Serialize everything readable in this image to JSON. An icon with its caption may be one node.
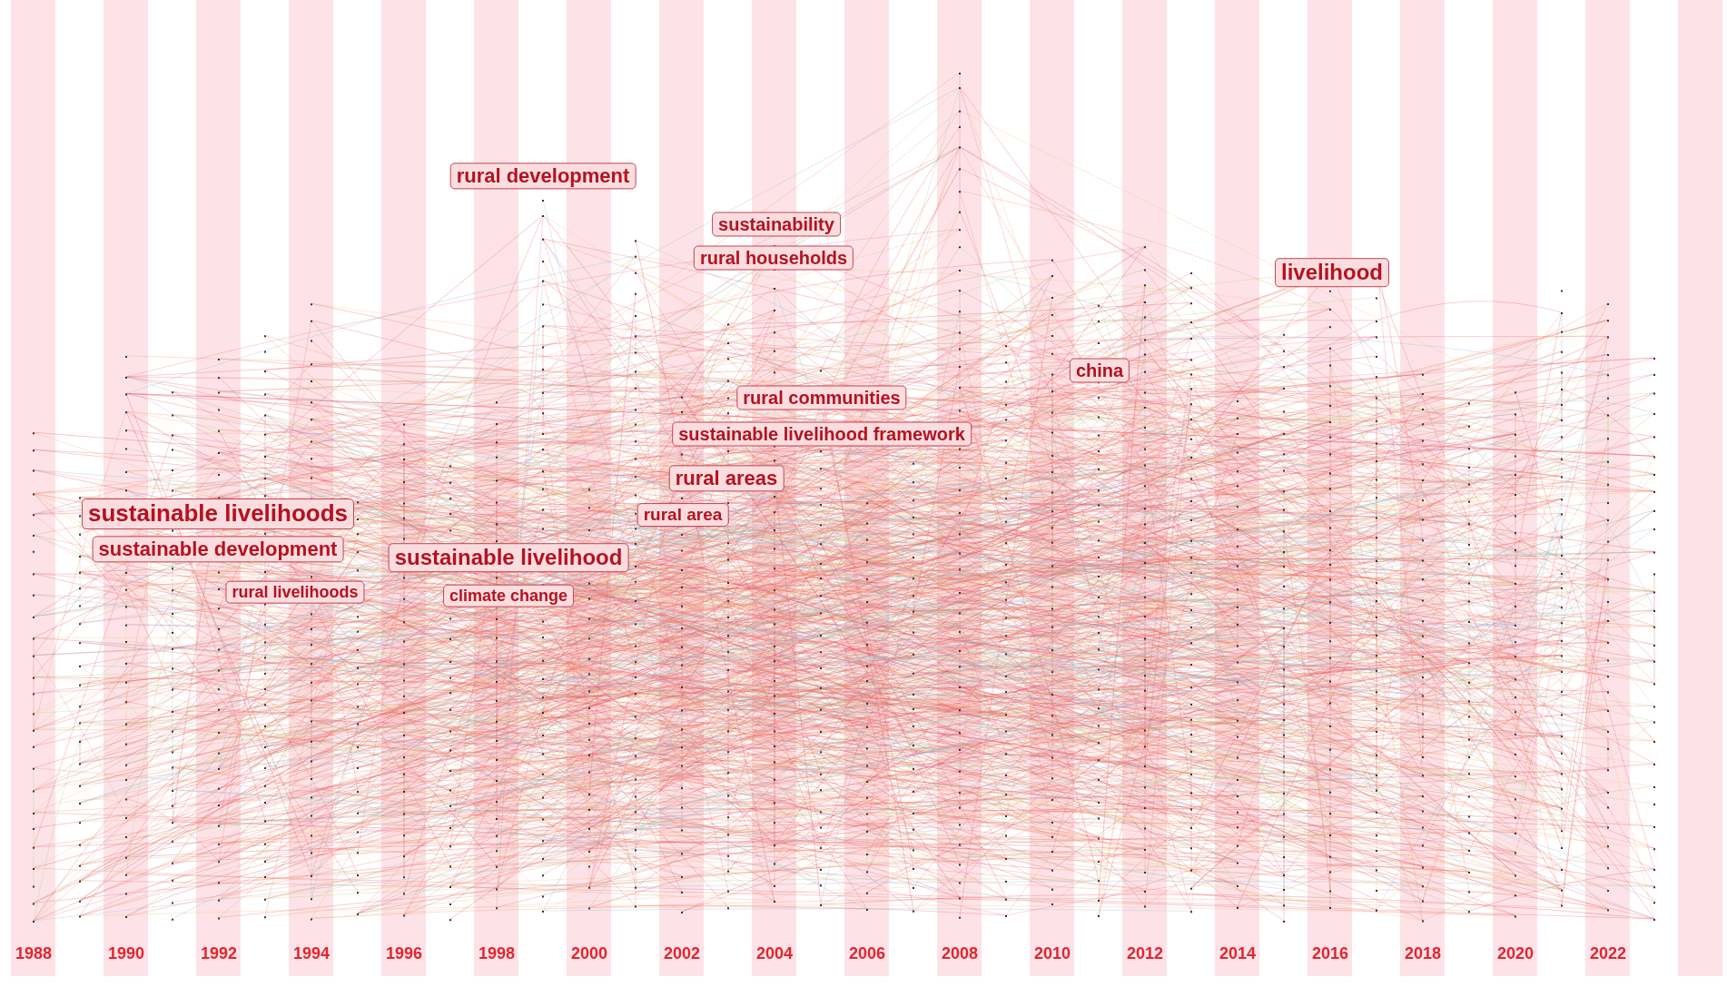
{
  "diagram": {
    "nodes": [
      {
        "text": [
          "rural development"
        ]
      },
      {
        "text": [
          "sustainability"
        ]
      },
      {
        "text": [
          "rural households"
        ]
      },
      {
        "text": [
          "livelihood"
        ]
      },
      {
        "text": [
          "china"
        ]
      },
      {
        "text": [
          "rural communities"
        ]
      },
      {
        "text": [
          "sustainable livelihood framework"
        ]
      },
      {
        "text": [
          "rural areas"
        ]
      },
      {
        "text": [
          "rural area"
        ]
      },
      {
        "text": [
          "sustainable livelihoods"
        ]
      },
      {
        "text": [
          "sustainable development"
        ]
      },
      {
        "text": [
          "sustainable livelihood"
        ]
      },
      {
        "text": [
          "rural livelihoods"
        ]
      },
      {
        "text": [
          "climate change"
        ]
      }
    ],
    "edges": [],
    "labels": [
      "1988",
      "1990",
      "1992",
      "1994",
      "1996",
      "1998",
      "2000",
      "2002",
      "2004",
      "2006",
      "2008",
      "2010",
      "2012",
      "2014",
      "2016",
      "2018",
      "2020",
      "2022"
    ]
  }
}
